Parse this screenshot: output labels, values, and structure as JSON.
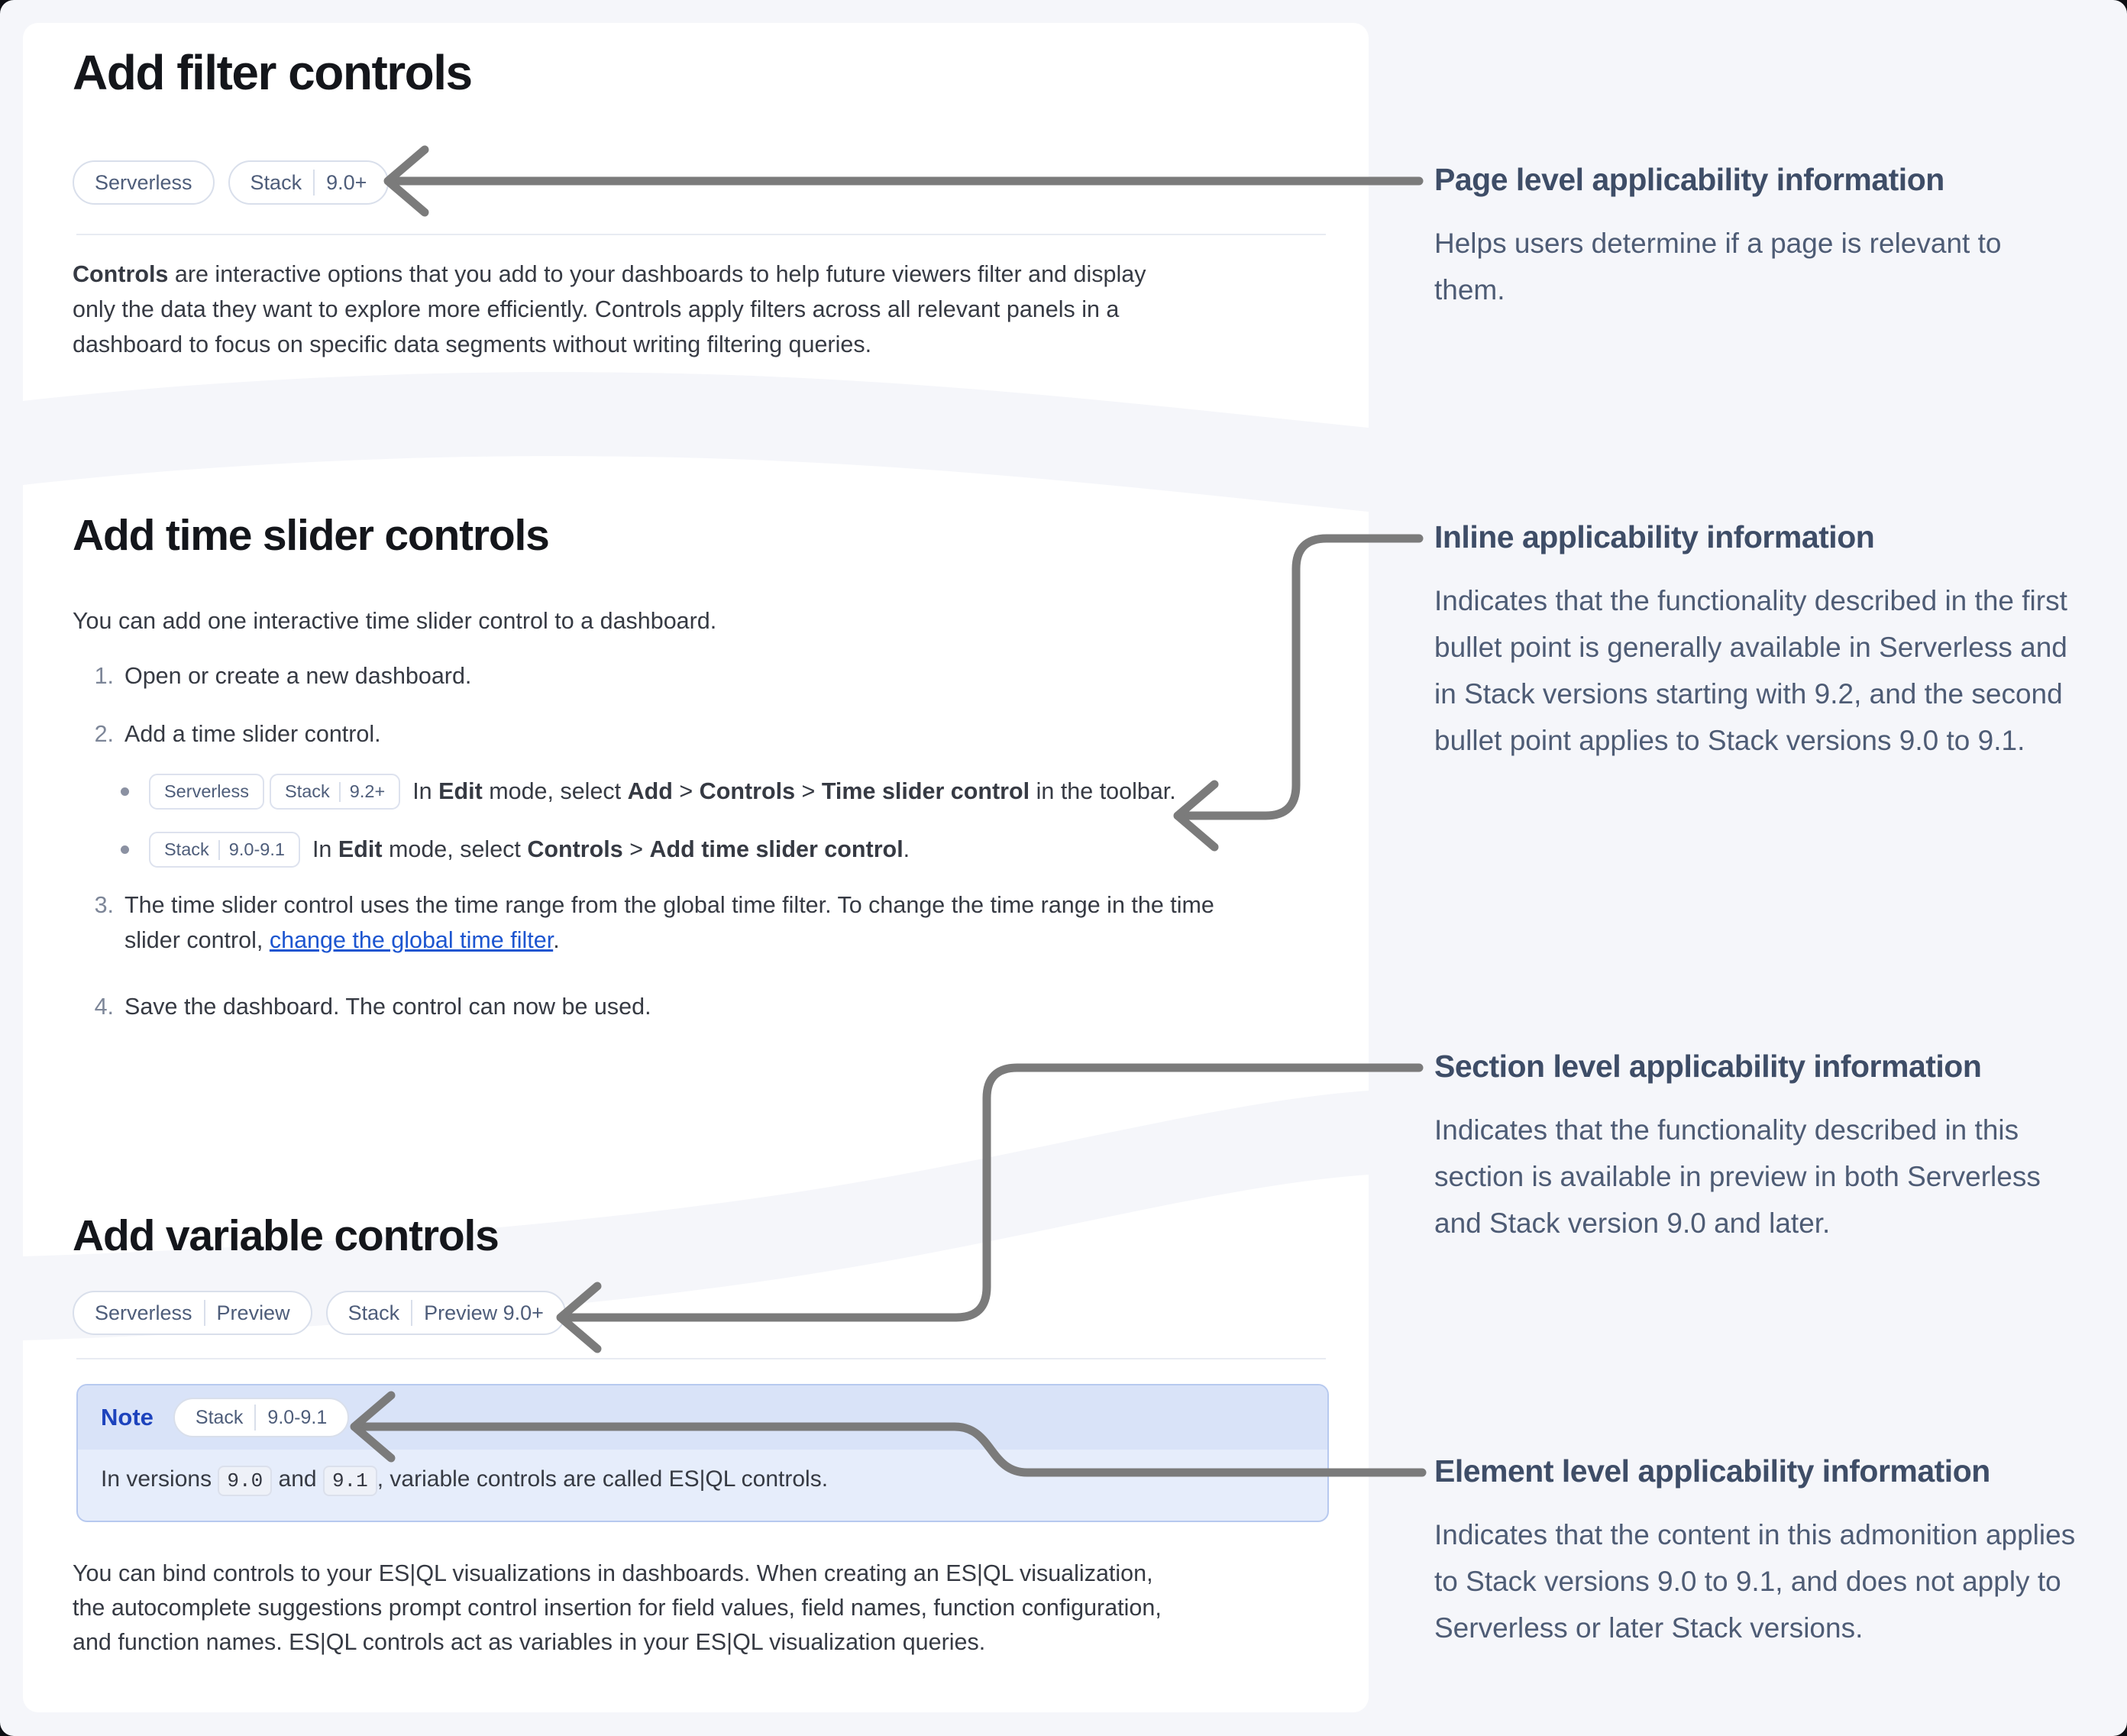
{
  "colors": {
    "page_bg": "#f5f6fa",
    "card_bg": "#ffffff",
    "heading": "#14161b",
    "body_text": "#363a43",
    "annotation_title": "#3e4d67",
    "annotation_body": "#4e5c75",
    "badge_border": "#d9dfeb",
    "badge_text": "#4e5d7a",
    "arrow": "#7b7b7b",
    "link": "#1c55d0",
    "note_border": "#b7c9ef",
    "note_header_bg": "#d9e3f8",
    "note_body_bg": "#e6edfb",
    "note_label": "#1d43bd",
    "code_bg": "#eef1f8",
    "list_number": "#7d8698"
  },
  "sections": {
    "filter": {
      "title": "Add filter controls",
      "badges": [
        {
          "parts": [
            "Serverless"
          ]
        },
        {
          "parts": [
            "Stack",
            "9.0+"
          ]
        }
      ],
      "paragraph": [
        {
          "t": "Controls",
          "b": true
        },
        {
          "t": " are interactive options that you add to your dashboards to help future viewers filter and display only the data they want to explore more efficiently. Controls apply filters across all relevant panels in a dashboard to focus on specific data segments without writing filtering queries."
        }
      ]
    },
    "time_slider": {
      "title": "Add time slider controls",
      "intro": "You can add one interactive time slider control to a dashboard.",
      "steps": [
        {
          "num": "1.",
          "text": "Open or create a new dashboard."
        },
        {
          "num": "2.",
          "text": "Add a time slider control."
        },
        {
          "num": "3.",
          "segments": [
            {
              "t": "The time slider control uses the time range from the global time filter. To change the time range in the time slider control, "
            },
            {
              "t": "change the global time filter",
              "link": true
            },
            {
              "t": "."
            }
          ]
        },
        {
          "num": "4.",
          "text": "Save the dashboard. The control can now be used."
        }
      ],
      "bullet_a": {
        "badge1": {
          "parts": [
            "Serverless"
          ]
        },
        "badge2": {
          "parts": [
            "Stack",
            "9.2+"
          ]
        },
        "segments": [
          {
            "t": "In "
          },
          {
            "t": "Edit",
            "b": true
          },
          {
            "t": " mode, select "
          },
          {
            "t": "Add",
            "b": true
          },
          {
            "t": " > "
          },
          {
            "t": "Controls",
            "b": true
          },
          {
            "t": " > "
          },
          {
            "t": "Time slider control",
            "b": true
          },
          {
            "t": " in the toolbar."
          }
        ]
      },
      "bullet_b": {
        "badge1": {
          "parts": [
            "Stack",
            "9.0-9.1"
          ]
        },
        "segments": [
          {
            "t": "In "
          },
          {
            "t": "Edit",
            "b": true
          },
          {
            "t": " mode, select "
          },
          {
            "t": "Controls",
            "b": true
          },
          {
            "t": " > "
          },
          {
            "t": "Add time slider control",
            "b": true
          },
          {
            "t": "."
          }
        ]
      }
    },
    "variable": {
      "title": "Add variable controls",
      "badges": [
        {
          "parts": [
            "Serverless",
            "Preview"
          ]
        },
        {
          "parts": [
            "Stack",
            "Preview 9.0+"
          ]
        }
      ],
      "note": {
        "label": "Note",
        "badge": {
          "parts": [
            "Stack",
            "9.0-9.1"
          ]
        },
        "segments": [
          {
            "t": "In versions "
          },
          {
            "t": "9.0",
            "code": true
          },
          {
            "t": " and "
          },
          {
            "t": "9.1",
            "code": true
          },
          {
            "t": ", variable controls are called ES|QL controls."
          }
        ]
      },
      "paragraph": "You can bind controls to your ES|QL visualizations in dashboards. When creating an ES|QL visualization, the autocomplete suggestions prompt control insertion for field values, field names, function configuration, and function names. ES|QL controls act as variables in your ES|QL visualization queries."
    }
  },
  "annotations": [
    {
      "title": "Page level applicability information",
      "body": "Helps users determine if a page is relevant to them."
    },
    {
      "title": "Inline applicability information",
      "body": "Indicates that the functionality described in the first bullet point is generally available in Serverless and in Stack versions starting with 9.2, and the second bullet point applies to Stack versions 9.0 to 9.1."
    },
    {
      "title": "Section level applicability information",
      "body": "Indicates that the functionality described in this section is available in preview in both Serverless and Stack version 9.0 and later."
    },
    {
      "title": "Element level applicability information",
      "body": "Indicates that the content in this admonition applies to Stack versions 9.0 to 9.1, and does not apply to Serverless or later Stack versions."
    }
  ]
}
